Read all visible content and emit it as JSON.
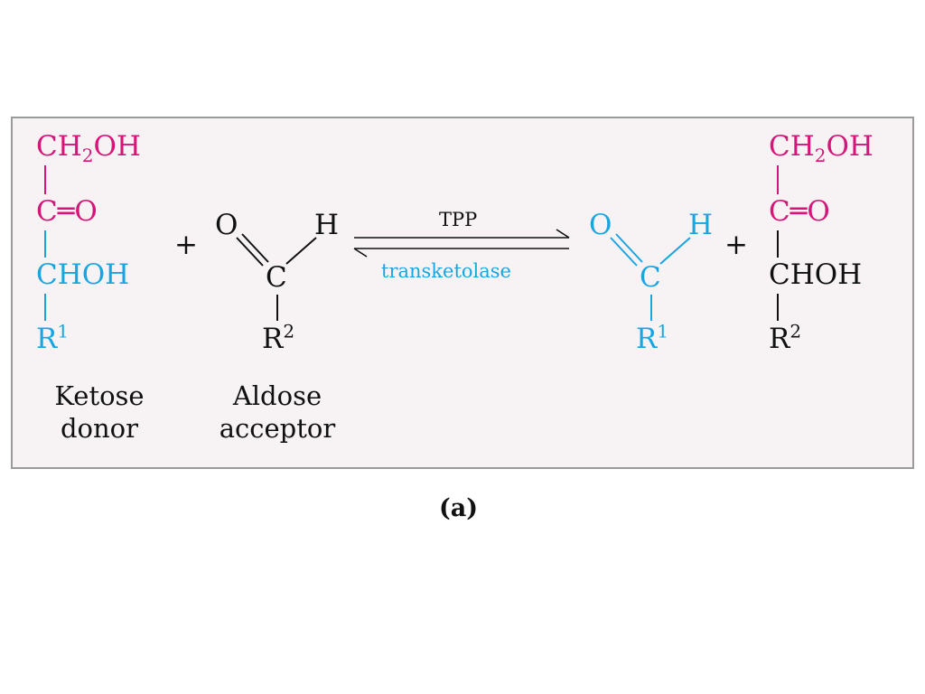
{
  "ketose": {
    "ch2oh": {
      "main": "CH",
      "sub": "2",
      "tail": "OH"
    },
    "carbonyl": "C═O",
    "chohh": "CHOH",
    "r": {
      "main": "R",
      "sup": "1"
    },
    "label_line1": "Ketose",
    "label_line2": "donor"
  },
  "plus_sign": "+",
  "aldose": {
    "o": "O",
    "h": "H",
    "c": "C",
    "r": {
      "main": "R",
      "sup": "2"
    },
    "label_line1": "Aldose",
    "label_line2": "acceptor"
  },
  "arrow": {
    "cofactor": "TPP",
    "enzyme": "transketolase"
  },
  "product_aldehyde": {
    "o": "O",
    "h": "H",
    "c": "C",
    "r": {
      "main": "R",
      "sup": "1"
    }
  },
  "product_ketose": {
    "ch2oh": {
      "main": "CH",
      "sub": "2",
      "tail": "OH"
    },
    "carbonyl": "C═O",
    "chohh": "CHOH",
    "r": {
      "main": "R",
      "sup": "2"
    }
  },
  "caption": "(a)",
  "colors": {
    "pink": "#d6157a",
    "blue": "#1aa5e1",
    "black": "#111111",
    "border": "#9a9a9a",
    "panel_bg": "#f7f3f4"
  }
}
